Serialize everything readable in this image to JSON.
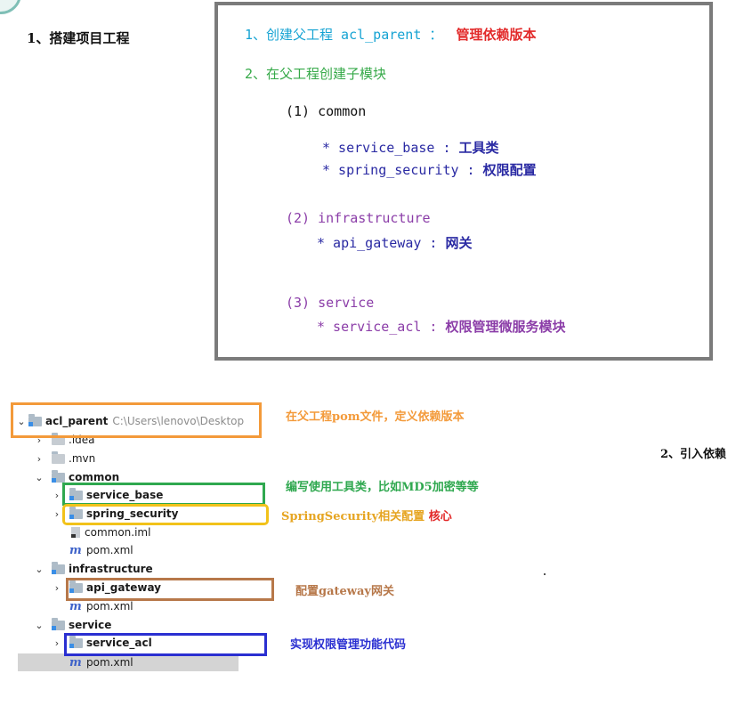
{
  "headings": {
    "step1": "1、搭建项目工程",
    "step2": "2、引入依赖"
  },
  "outline": {
    "line1_code": "1、创建父工程 acl_parent  ：",
    "line1_note": "管理依赖版本",
    "line2": "2、在父工程创建子模块",
    "common_title": "(1) common",
    "service_base": "* service_base : ",
    "service_base_desc": "工具类",
    "spring_security": "* spring_security : ",
    "spring_security_desc": "权限配置",
    "infra_title": "(2) infrastructure",
    "api_gateway": "* api_gateway : ",
    "api_gateway_desc": "网关",
    "service_title": "(3) service",
    "service_acl": "* service_acl :  ",
    "service_acl_desc": "权限管理微服务模块"
  },
  "tree": {
    "root_name": "acl_parent",
    "root_path": "C:\\Users\\lenovo\\Desktop",
    "idea": ".idea",
    "mvn": ".mvn",
    "common": "common",
    "service_base": "service_base",
    "spring_security": "spring_security",
    "common_iml": "common.iml",
    "pom1": "pom.xml",
    "infrastructure": "infrastructure",
    "api_gateway": "api_gateway",
    "pom2": "pom.xml",
    "service": "service",
    "service_acl": "service_acl",
    "pom3": "pom.xml"
  },
  "annotations": {
    "root": "在父工程pom文件，定义依赖版本",
    "service_base": "编写使用工具类，比如MD5加密等等",
    "spring_security_a": "SpringSecurity相关配置 ",
    "spring_security_b": "核心",
    "api_gateway": "配置gateway网关",
    "service_acl": "实现权限管理功能代码"
  },
  "colors": {
    "orange": "#f39a3a",
    "green": "#2fa84f",
    "yellow": "#f2c21a",
    "brown": "#b7784a",
    "blue": "#2a2fd1",
    "cyan": "#16a3d3",
    "red": "#e22929"
  }
}
